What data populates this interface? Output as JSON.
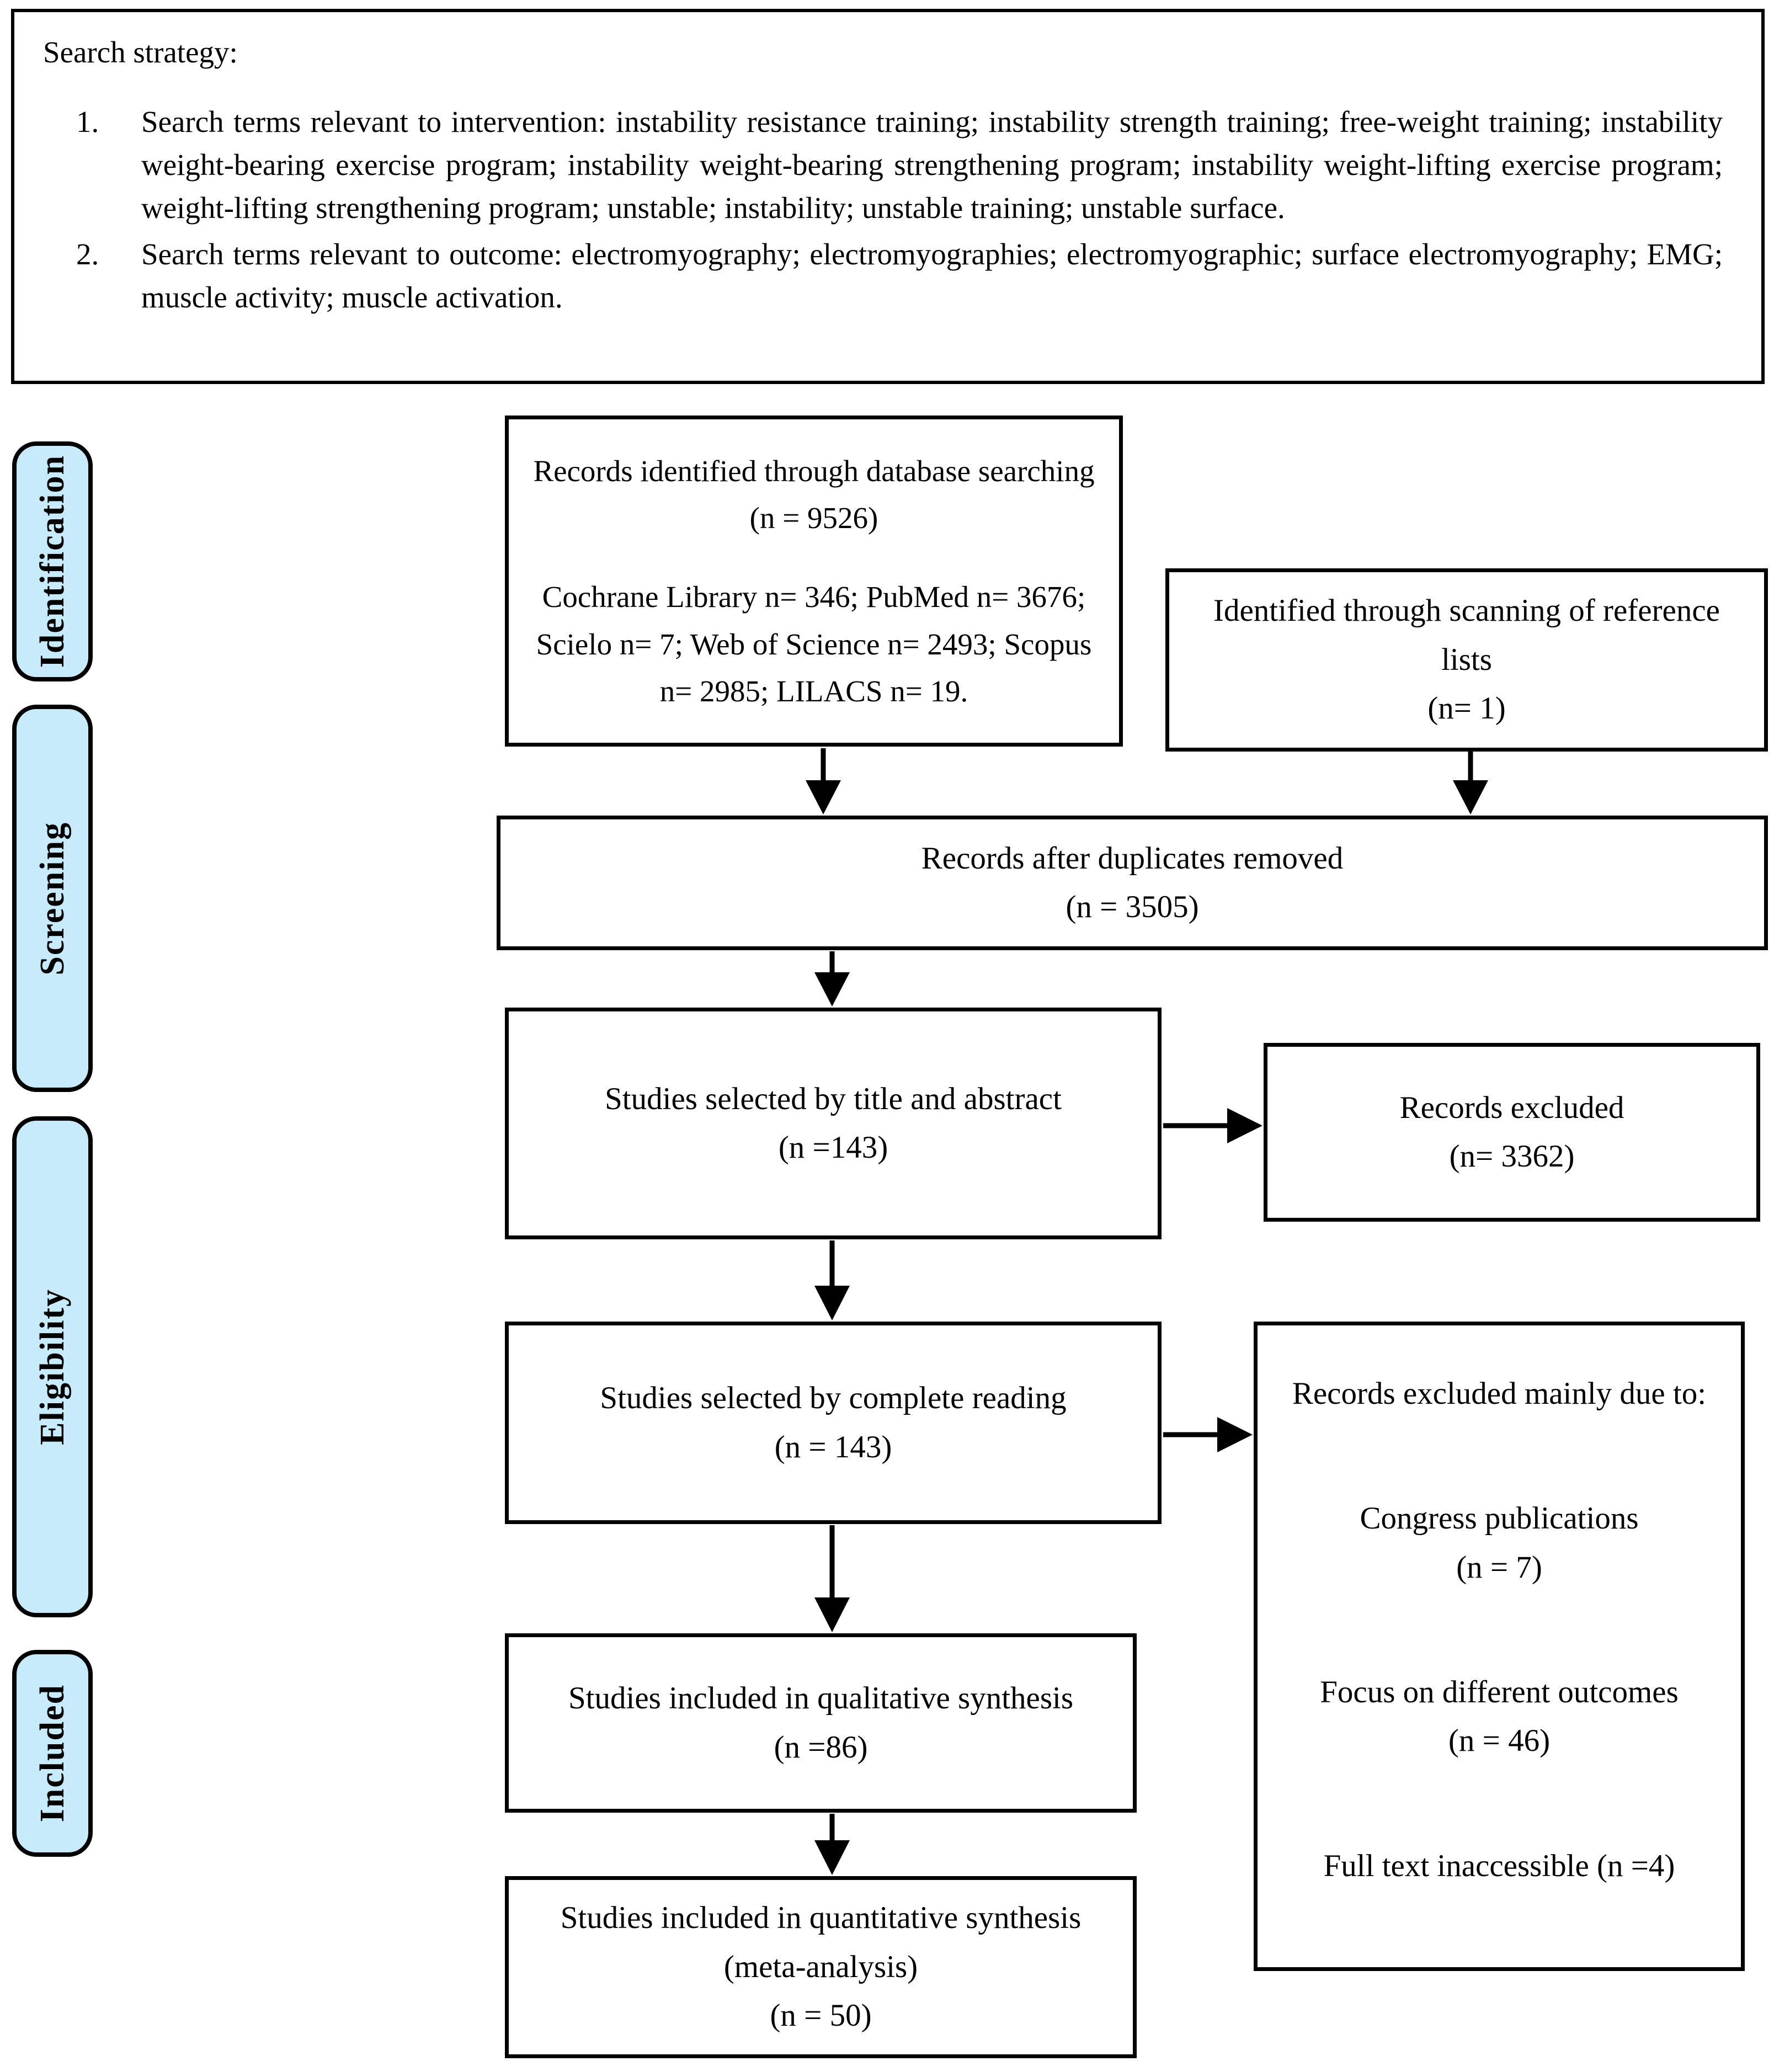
{
  "colors": {
    "stage_fill": "#c7ebfa",
    "border": "#000000",
    "box_fill": "#ffffff"
  },
  "search_strategy": {
    "title": "Search strategy:",
    "items": [
      {
        "number": "1.",
        "text": "Search terms relevant to intervention: instability resistance training; instability strength training; free-weight training; instability weight-bearing exercise program; instability weight-bearing strengthening program; instability weight-lifting exercise program; weight-lifting strengthening program; unstable; instability; unstable training; unstable surface."
      },
      {
        "number": "2.",
        "text": "Search terms relevant to outcome: electromyography; electromyographies; electromyographic; surface electromyography; EMG; muscle activity; muscle activation."
      }
    ]
  },
  "stages": [
    {
      "label": "Identification"
    },
    {
      "label": "Screening"
    },
    {
      "label": "Eligibility"
    },
    {
      "label": "Included"
    }
  ],
  "boxes": {
    "database": {
      "heading": "Records identified through database searching (n = 9526)",
      "detail": "Cochrane Library n= 346; PubMed n= 3676; Scielo n= 7; Web of Science n= 2493; Scopus n= 2985; LILACS n= 19."
    },
    "references": {
      "heading": "Identified through scanning of reference lists",
      "count": "(n= 1)"
    },
    "duplicates": {
      "heading": "Records after duplicates removed",
      "count": "(n = 3505)"
    },
    "title_abstract": {
      "heading": "Studies selected by title and abstract",
      "count": "(n =143)"
    },
    "records_excluded": {
      "heading": "Records excluded",
      "count": "(n= 3362)"
    },
    "complete_reading": {
      "heading": "Studies selected by complete reading",
      "count": "(n = 143)"
    },
    "excluded_reasons": {
      "heading": "Records excluded mainly due to:",
      "reasons": [
        {
          "text": "Congress publications",
          "count": "(n = 7)"
        },
        {
          "text": "Focus on different outcomes",
          "count": "(n = 46)"
        },
        {
          "text": "Full text inaccessible (n =4)",
          "count": ""
        }
      ]
    },
    "qualitative": {
      "heading": "Studies included in qualitative synthesis",
      "count": "(n =86)"
    },
    "quantitative": {
      "heading": "Studies included in quantitative synthesis (meta-analysis)",
      "count": "(n = 50)"
    }
  }
}
